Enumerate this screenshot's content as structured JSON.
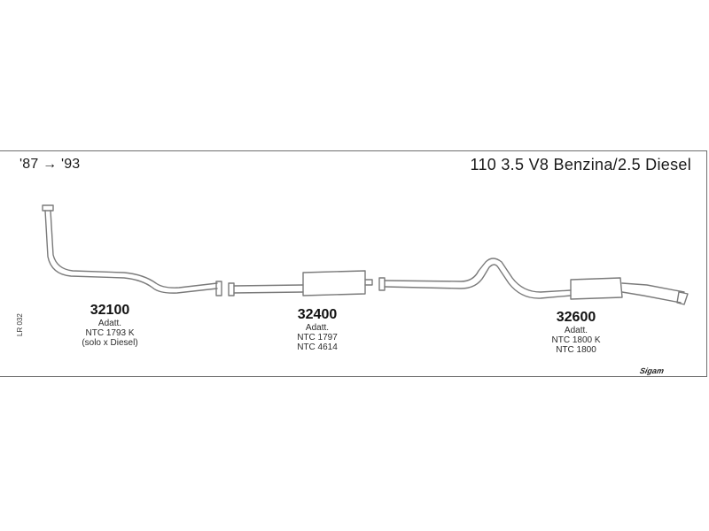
{
  "header": {
    "years": "'87 → '93",
    "model": "110 3.5 V8 Benzina/2.5 Diesel"
  },
  "side_label": "LR 032",
  "brand_mark": "Sigam",
  "parts": [
    {
      "code": "32100",
      "lines": [
        "Adatt.",
        "NTC 1793 K",
        "(solo x Diesel)"
      ]
    },
    {
      "code": "32400",
      "lines": [
        "Adatt.",
        "NTC 1797",
        "NTC 4614"
      ]
    },
    {
      "code": "32600",
      "lines": [
        "Adatt.",
        "NTC 1800 K",
        "NTC 1800"
      ]
    }
  ],
  "colors": {
    "outline": "#6e6e6e",
    "pipe": "#7a7a7a",
    "text": "#1a1a1a"
  }
}
